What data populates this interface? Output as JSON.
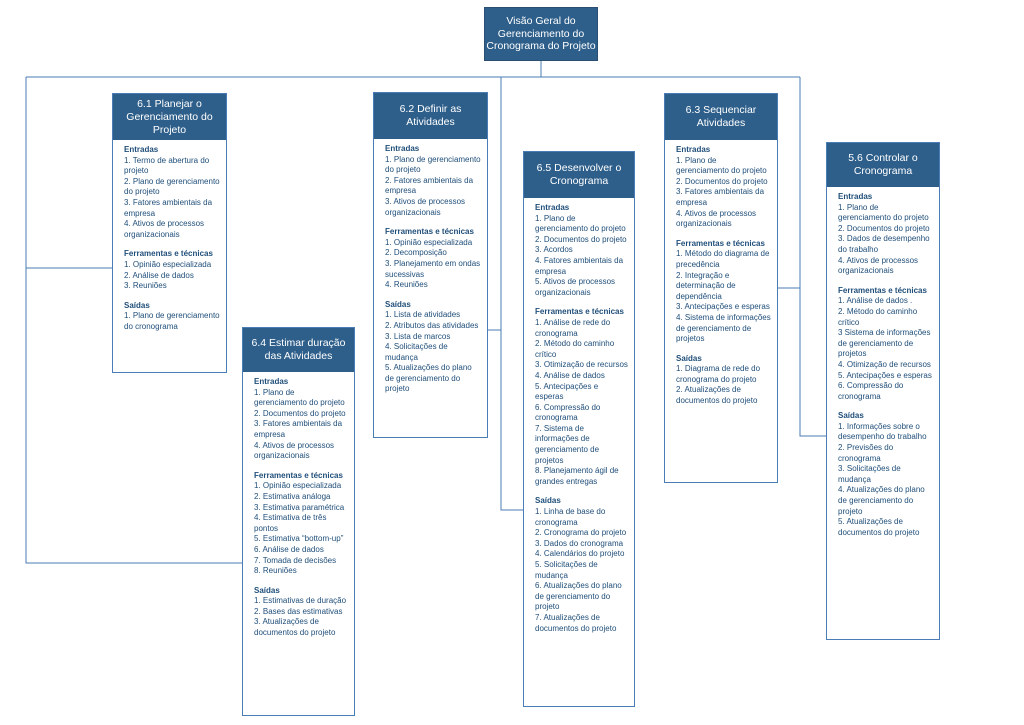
{
  "root_title": "Visão Geral do Gerenciamento do Cronograma do Projeto",
  "colors": {
    "header_fill": "#2E5F8A",
    "border": "#4A7DB5",
    "text": "#1F4E79",
    "line": "#4A7DB5"
  },
  "processes": [
    {
      "id": "p61",
      "title": "6.1 Planejar o Gerenciamento do Projeto",
      "sections": [
        {
          "title": "Entradas",
          "items": [
            "1. Termo de abertura do projeto",
            "2. Plano de gerenciamento do projeto",
            "3. Fatores ambientais da empresa",
            "4. Ativos de processos organizacionais"
          ]
        },
        {
          "title": "Ferramentas e técnicas",
          "items": [
            "1. Opinião especializada",
            "2. Análise de dados",
            "3. Reuniões"
          ]
        },
        {
          "title": "Saídas",
          "items": [
            "1. Plano de gerenciamento do cronograma"
          ]
        }
      ]
    },
    {
      "id": "p62",
      "title": "6.2 Definir as Atividades",
      "sections": [
        {
          "title": "Entradas",
          "items": [
            "1. Plano de gerenciamento do projeto",
            "2. Fatores ambientais da empresa",
            "3. Ativos de processos organizacionais"
          ]
        },
        {
          "title": "Ferramentas e técnicas",
          "items": [
            "1. Opinião especializada",
            "2. Decomposição",
            "3. Planejamento em ondas sucessivas",
            "4. Reuniões"
          ]
        },
        {
          "title": "Saídas",
          "items": [
            "1. Lista de atividades",
            "2. Atributos das atividades",
            "3. Lista de marcos",
            "4. Solicitações de mudança",
            "5. Atualizações do plano de gerenciamento do projeto"
          ]
        }
      ]
    },
    {
      "id": "p65",
      "title": "6.5 Desenvolver o Cronograma",
      "sections": [
        {
          "title": "Entradas",
          "items": [
            "1. Plano de gerenciamento do projeto",
            "2. Documentos do projeto",
            "3. Acordos",
            "4. Fatores ambientais da empresa",
            "5. Ativos de processos organizacionais"
          ]
        },
        {
          "title": "Ferramentas e técnicas",
          "items": [
            "1. Análise de rede do cronograma",
            "2. Método do caminho crítico",
            "3. Otimização de recursos",
            "4. Análise de dados",
            "5. Antecipações e esperas",
            "6. Compressão do cronograma",
            "7. Sistema de informações de gerenciamento de projetos",
            "8. Planejamento ágil de grandes entregas"
          ]
        },
        {
          "title": "Saídas",
          "items": [
            "1. Linha de base do cronograma",
            "2. Cronograma do projeto",
            "3. Dados do cronograma",
            "4. Calendários do projeto",
            "5. Solicitações de mudança",
            "6. Atualizações do plano de gerenciamento do projeto",
            "7. Atualizações de documentos do projeto"
          ]
        }
      ]
    },
    {
      "id": "p63",
      "title": "6.3 Sequenciar Atividades",
      "sections": [
        {
          "title": "Entradas",
          "items": [
            "1. Plano de gerenciamento do projeto",
            "2. Documentos do projeto",
            "3. Fatores ambientais da empresa",
            "4. Ativos de processos organizacionais"
          ]
        },
        {
          "title": "Ferramentas e técnicas",
          "items": [
            "1. Método do diagrama de precedência",
            "2. Integração e determinação de dependência",
            "3. Antecipações e esperas",
            "4. Sistema de informações de gerenciamento de projetos"
          ]
        },
        {
          "title": "Saídas",
          "items": [
            "1. Diagrama de rede do cronograma do projeto",
            "2. Atualizações de documentos do projeto"
          ]
        }
      ]
    },
    {
      "id": "p56",
      "title": "5.6 Controlar o Cronograma",
      "sections": [
        {
          "title": "Entradas",
          "items": [
            "1. Plano de gerenciamento do projeto",
            "2. Documentos do projeto",
            "3. Dados de desempenho do trabalho",
            "4. Ativos de processos organizacionais"
          ]
        },
        {
          "title": "Ferramentas e técnicas",
          "items": [
            "1. Análise de dados .",
            "2. Método do caminho crítico",
            "3 Sistema de informações de gerenciamento de projetos",
            "4. Otimização de recursos",
            "5. Antecipações e esperas",
            "6. Compressão do cronograma"
          ]
        },
        {
          "title": "Saídas",
          "items": [
            "1. Informações sobre o desempenho do trabalho",
            "2. Previsões do cronograma",
            "3. Solicitações de mudança",
            "4. Atualizações do plano de gerenciamento do projeto",
            "5. Atualizações de documentos do projeto"
          ]
        }
      ]
    },
    {
      "id": "p64",
      "title": "6.4 Estimar duração das Atividades",
      "sections": [
        {
          "title": "Entradas",
          "items": [
            "1. Plano de gerenciamento do projeto",
            "2. Documentos do projeto",
            "3. Fatores ambientais da empresa",
            "4. Ativos de processos organizacionais"
          ]
        },
        {
          "title": "Ferramentas e técnicas",
          "items": [
            "1. Opinião especializada",
            "2. Estimativa análoga",
            "3. Estimativa paramétrica",
            "4. Estimativa de três pontos",
            "5. Estimativa “bottom-up”",
            "6. Análise de dados",
            "7. Tomada de decisões",
            "8. Reuniões"
          ]
        },
        {
          "title": "Saídas",
          "items": [
            "1. Estimativas de duração",
            "2. Bases das estimativas",
            "3. Atualizações de documentos do projeto"
          ]
        }
      ]
    }
  ]
}
